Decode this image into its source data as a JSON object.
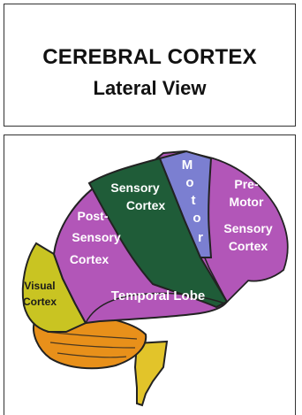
{
  "title": {
    "line1": "CEREBRAL CORTEX",
    "line2": "Lateral View"
  },
  "regions": {
    "motor": [
      "M",
      "o",
      "t",
      "o",
      "r"
    ],
    "sensory_cortex": [
      "Sensory",
      "Cortex"
    ],
    "pre_motor": [
      "Pre-",
      "Motor",
      "Sensory",
      "Cortex"
    ],
    "post_sensory": [
      "Post-",
      "Sensory",
      "Cortex"
    ],
    "visual": [
      "Visual",
      "Cortex"
    ],
    "temporal": "Temporal Lobe"
  },
  "colors": {
    "outline": "#222222",
    "motor": "#7b7fd1",
    "sensory": "#1f5c38",
    "lobe": "#b256b8",
    "visual": "#c9c422",
    "cerebellum": "#e8901a",
    "brainstem": "#e2c42a"
  }
}
